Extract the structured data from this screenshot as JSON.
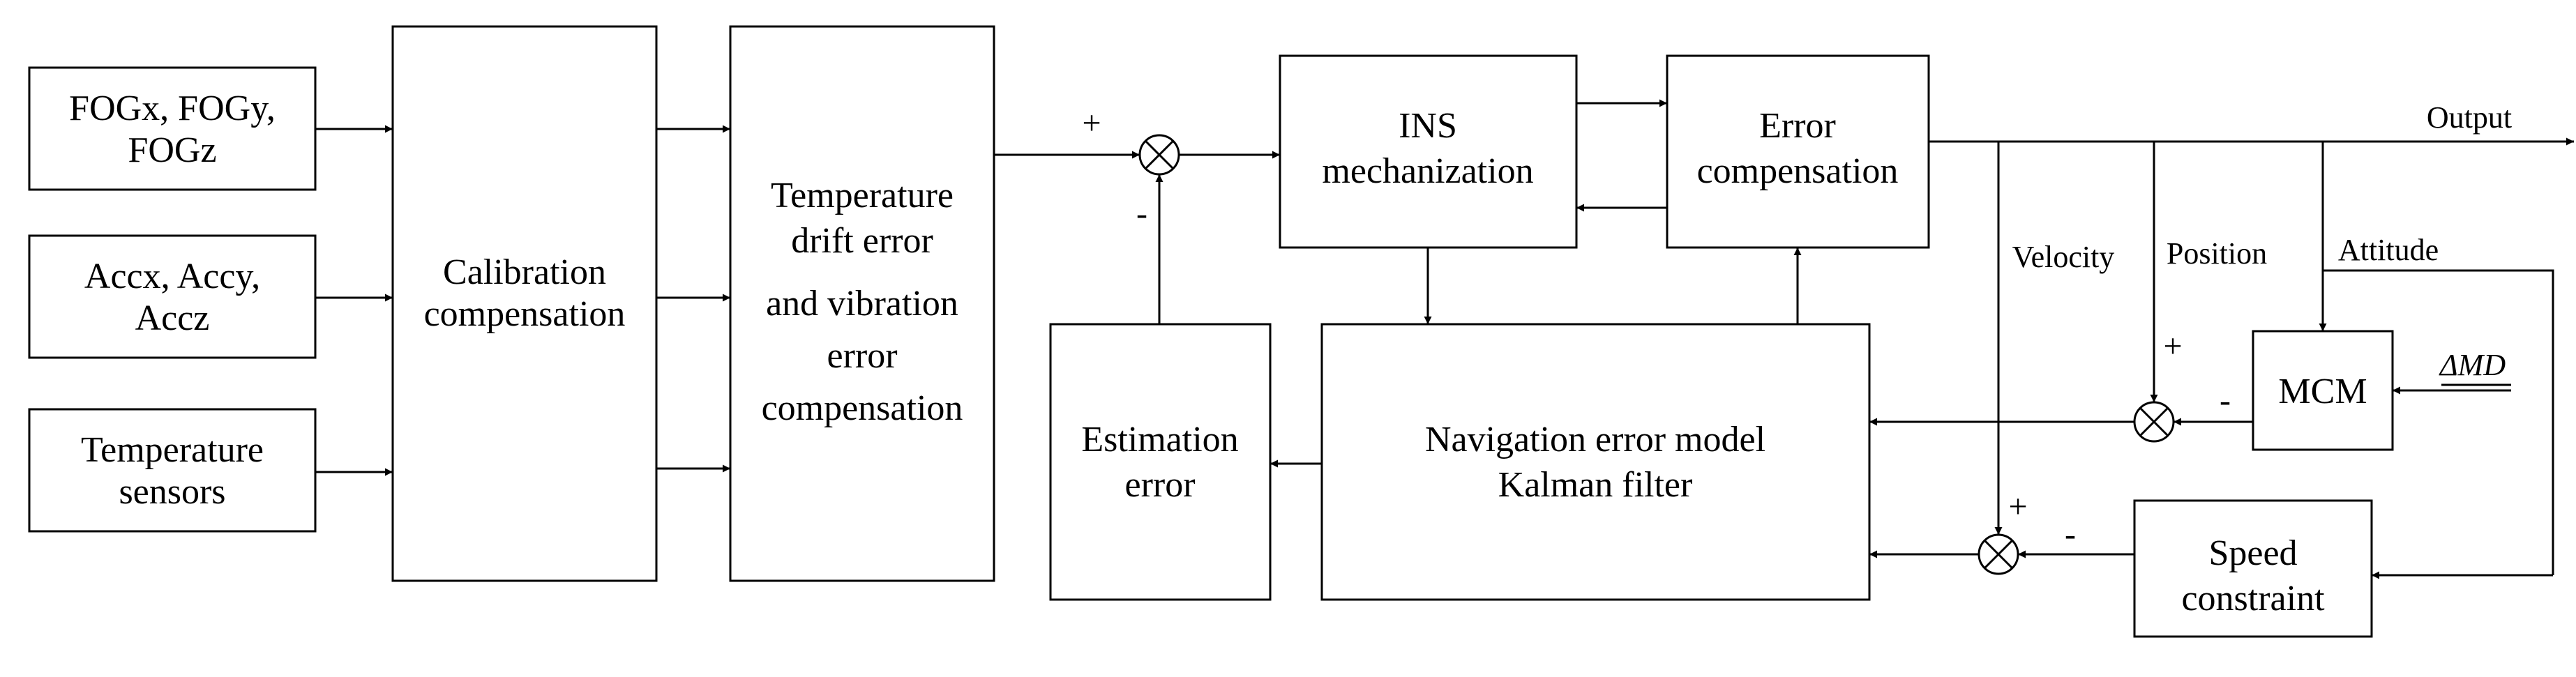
{
  "blocks": {
    "fog": [
      "FOGx, FOGy,",
      "FOGz"
    ],
    "acc": [
      "Accx, Accy,",
      "Accz"
    ],
    "temp_sensors": [
      "Temperature",
      "sensors"
    ],
    "calibration": [
      "Calibration",
      "compensation"
    ],
    "temp_drift": [
      "Temperature",
      "drift error",
      "and vibration",
      "error",
      "compensation"
    ],
    "estimation": [
      "Estimation",
      "error"
    ],
    "ins": [
      "INS",
      "mechanization"
    ],
    "error_comp": [
      "Error",
      "compensation"
    ],
    "kalman": [
      "Navigation error model",
      "Kalman filter"
    ],
    "mcm": [
      "MCM"
    ],
    "speed": [
      "Speed",
      "constraint"
    ]
  },
  "labels": {
    "output": "Output",
    "velocity": "Velocity",
    "position": "Position",
    "attitude": "Attitude",
    "delta_md": "ΔMD"
  },
  "signs": {
    "plus": "+",
    "minus": "-"
  }
}
